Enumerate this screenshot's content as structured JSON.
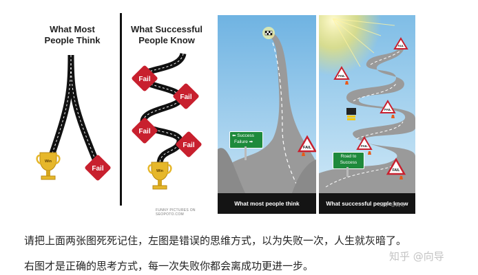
{
  "left_cartoon": {
    "title_left": [
      "What Most",
      "People Think"
    ],
    "title_right": [
      "What Successful",
      "People Know"
    ],
    "win": "Win",
    "fail": "Fail",
    "credit": "FUNNY PICTURES ON SEOPOTO.COM"
  },
  "road_left": {
    "success": "Success",
    "failure": "Failure",
    "fail": "FAIL",
    "caption": "What most people think"
  },
  "road_right": {
    "road_to": "Road to",
    "success": "Success",
    "fail": "FAIL",
    "caption": "What successful people know",
    "caption_watermark": "知乎 @向导"
  },
  "paragraph": {
    "line1": "请把上面两张图死死记住，左图是错误的思维方式，以为失败一次，人生就灰暗了。",
    "line2": "右图才是正确的思考方式，每一次失败你都会离成功更进一步。"
  },
  "watermark": "知乎 @向导",
  "colors": {
    "fail_red": "#c8202e",
    "trophy_gold": "#e6b72a",
    "sky_blue": "#8ec5e8",
    "road_gray": "#9a9a9a",
    "sign_green": "#1e8a3c",
    "caption_bg": "#141414"
  }
}
